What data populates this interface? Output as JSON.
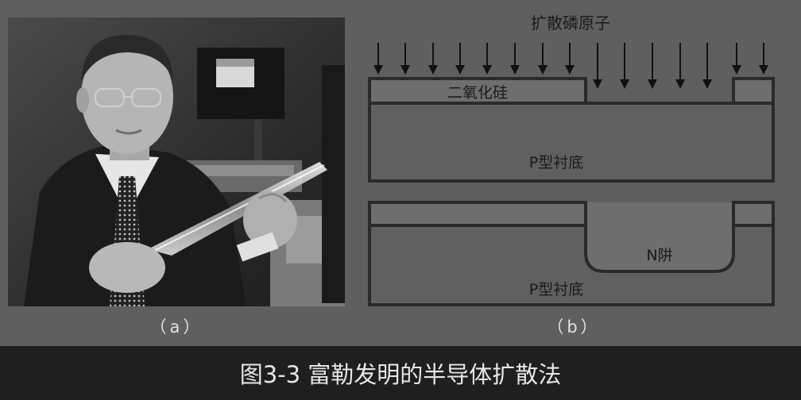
{
  "panel_a": {
    "caption": "（a）"
  },
  "panel_b": {
    "caption": "（b）",
    "top_label": "扩散磷原子",
    "oxide_label": "二氧化硅",
    "substrate_label_top": "P型衬底",
    "trap_label": "N阱",
    "substrate_label_bottom": "P型衬底"
  },
  "figure": {
    "title": "图3-3 富勒发明的半导体扩散法"
  },
  "colors": {
    "background": "#5f5f5f",
    "layer_fill": "#606060",
    "oxide_fill": "#6e6e6e",
    "outline": "#2a2a2a",
    "title_bar": "#1f1f1f",
    "text_light": "#e8e8e8",
    "text_dark": "#1a1a1a"
  },
  "icons": {
    "arrows": "down-arrow-icon"
  }
}
